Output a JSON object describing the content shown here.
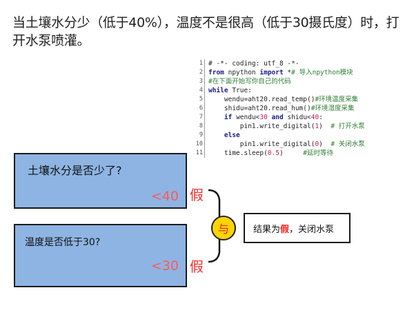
{
  "heading": "当土壤水分少（低于40%），温度不是很高（低于30摄氏度）时，打开水泵喷灌。",
  "code": {
    "lines": [
      {
        "n": "1",
        "text": "# -*- coding: utf_8 -*-"
      },
      {
        "n": "2",
        "kw1": "from",
        "t1": " npython ",
        "kw2": "import",
        "t2": " *",
        "comment": "# 导入npython模块"
      },
      {
        "n": "3",
        "comment": "#在下面开始写你自己的代码"
      },
      {
        "n": "4",
        "kw1": "while",
        "t1": " True:"
      },
      {
        "n": "5",
        "t1": "    wendu=aht20.read_temp()",
        "comment": "#环境温度采集"
      },
      {
        "n": "6",
        "t1": "    shidu=aht20.read_hum()",
        "comment": "#环境湿度采集"
      },
      {
        "n": "7",
        "pre": "    ",
        "kw1": "if",
        "t1": " wendu<",
        "num1": "30",
        "kw2": " and",
        "t2": " shidu<",
        "num2": "40",
        "t3": ":"
      },
      {
        "n": "8",
        "t1": "        pin1.write_digital(",
        "num1": "1",
        "t2": ")  ",
        "comment": "# 打开水泵"
      },
      {
        "n": "9",
        "pre": "    ",
        "kw1": "else",
        "t1": ""
      },
      {
        "n": "10",
        "t1": "        pin1.write_digital(",
        "num1": "0",
        "t2": ")  ",
        "comment": "# 关闭水泵"
      },
      {
        "n": "11",
        "t1": "    time.sleep(",
        "num1": "0.5",
        "t2": ")     ",
        "comment": "#延时等待"
      }
    ]
  },
  "box_soil": {
    "question": "土壤水分是否少了?",
    "condition": "<40",
    "answer": "假"
  },
  "box_temp": {
    "question": "温度是否低于30?",
    "condition": "<30",
    "answer": "假"
  },
  "operator": "与",
  "result": {
    "prefix": "结果为",
    "highlight": "假",
    "suffix": "，关闭水泵"
  },
  "colors": {
    "box_fill": "#8db4e3",
    "condition": "#ff5a5a",
    "answer": "#ff2a2a",
    "operator_fill": "#ffd400"
  }
}
